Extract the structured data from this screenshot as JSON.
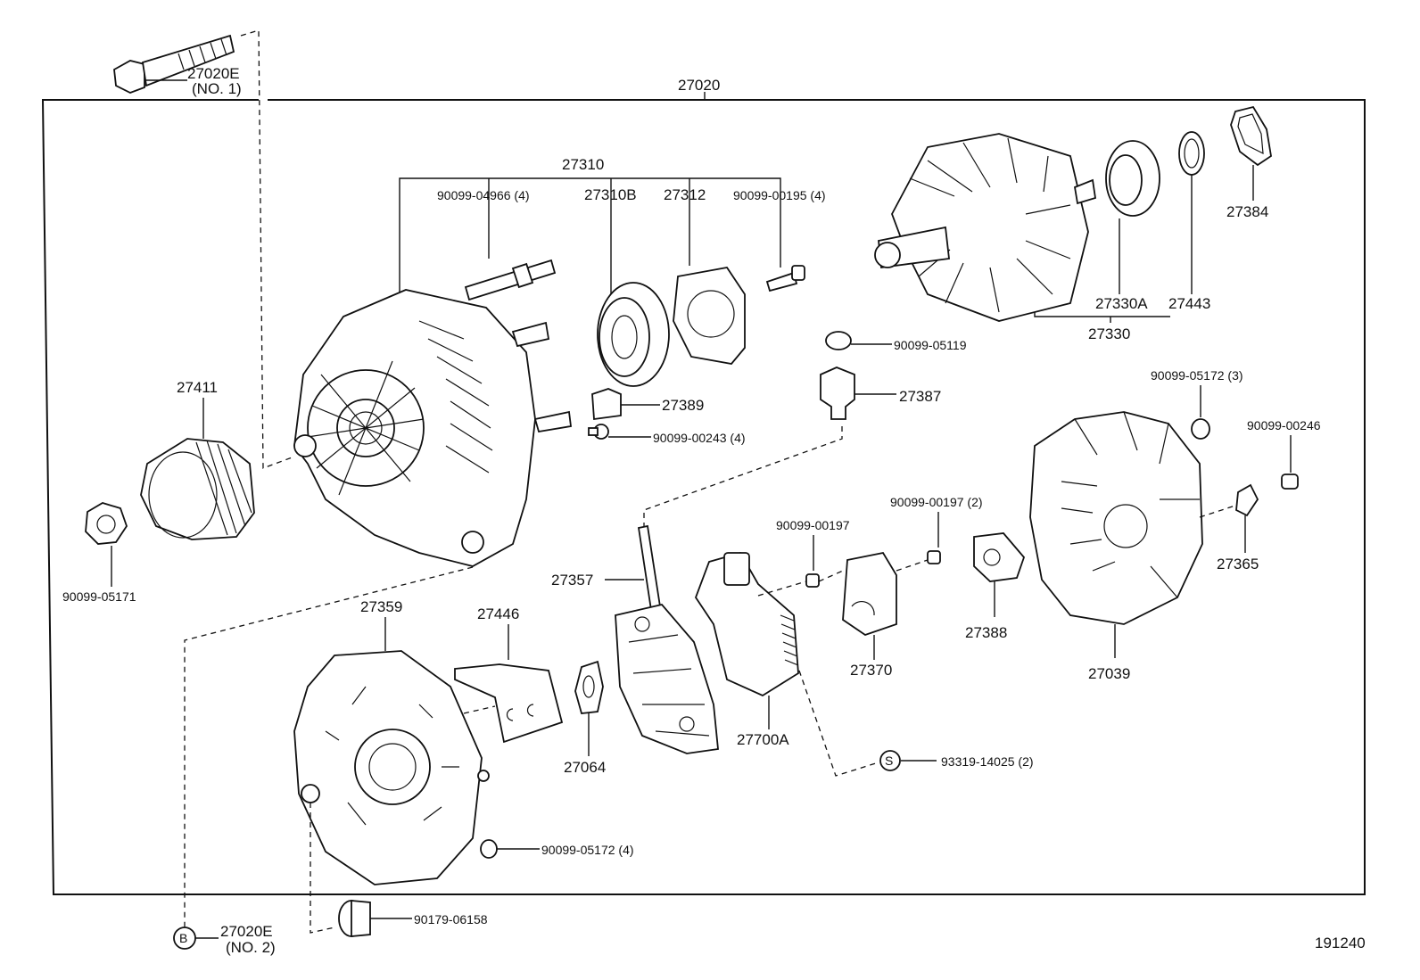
{
  "assembly": "27020",
  "bolt_top": {
    "part": "27020E",
    "note": "(NO. 1)"
  },
  "bolt_bottom": {
    "marker": "B",
    "part": "27020E",
    "note": "(NO. 2)"
  },
  "drive_end": {
    "group": "27310",
    "stud": "90099-04966 (4)",
    "bearing": "27310B",
    "retainer": "27312",
    "screw": "90099-00195 (4)"
  },
  "rotor": {
    "assembly": "27330",
    "bearing": "27330A",
    "cover": "27443",
    "ring": "27384"
  },
  "pulley": "27411",
  "pulley_nut": "90099-05171",
  "cap_27389": "27389",
  "screw_00243": "90099-00243 (4)",
  "nut_05119": "90099-05119",
  "insulator_27387": "27387",
  "nut_05172_3": "90099-05172 (3)",
  "nut_00246": "90099-00246",
  "screw_00197_2": "90099-00197 (2)",
  "screw_00197": "90099-00197",
  "rectifier_27357": "27357",
  "rear_frame_27359": "27359",
  "plate_27446": "27446",
  "insulator_27064": "27064",
  "regulator_27700A": "27700A",
  "brush_holder_27370": "27370",
  "cover_27388": "27388",
  "end_cover_27039": "27039",
  "terminal_27365": "27365",
  "screw_s": {
    "marker": "S",
    "part": "93319-14025 (2)"
  },
  "nut_05172_4": "90099-05172 (4)",
  "bushing_06158": "90179-06158",
  "diagram_code": "191240"
}
